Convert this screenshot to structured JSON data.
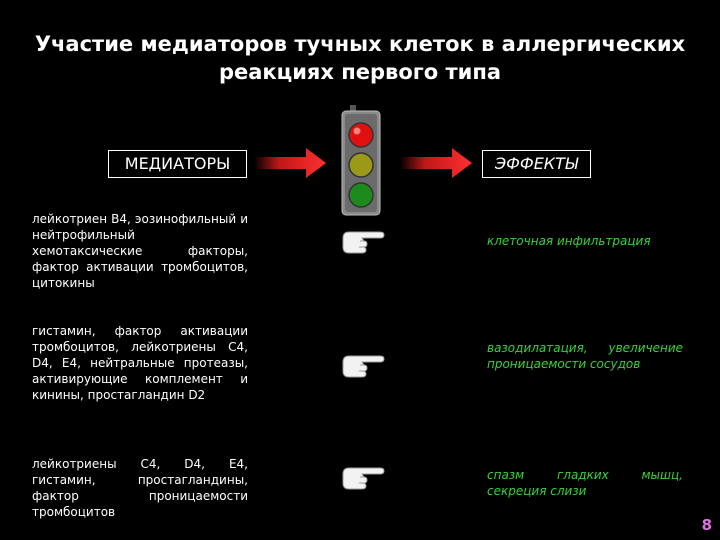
{
  "title_line1": "Участие медиаторов тучных клеток в аллергических",
  "title_line2": "реакциях первого типа",
  "header_left": "МЕДИАТОРЫ",
  "header_right": "ЭФФЕКТЫ",
  "rows": [
    {
      "mediator": "лейкотриен B4, эозинофильный и нейтрофильный хемотаксические факторы, фактор активации тромбоцитов, цитокины",
      "effect": "клеточная инфильтрация"
    },
    {
      "mediator": "гистамин, фактор активации тромбоцитов, лейкотриены C4, D4, E4, нейтральные протеазы, активирующие комплемент и кинины, простагландин D2",
      "effect": "вазодилатация, увеличение проницаемости сосудов"
    },
    {
      "mediator": "лейкотриены C4, D4, E4, гистамин, простагландины, фактор проницаемости тромбоцитов",
      "effect": "спазм гладких мышц, секреция слизи"
    }
  ],
  "page_number": "8",
  "colors": {
    "background": "#000000",
    "effect_text": "#35d335",
    "arrow": "#e02020",
    "light_red": "#e01010",
    "light_yellow": "#9a9a18",
    "light_green": "#1c8a1c",
    "page_number": "#e070e0"
  },
  "icons": [
    "traffic-light-icon",
    "arrow-right-icon",
    "pointing-hand-icon"
  ]
}
